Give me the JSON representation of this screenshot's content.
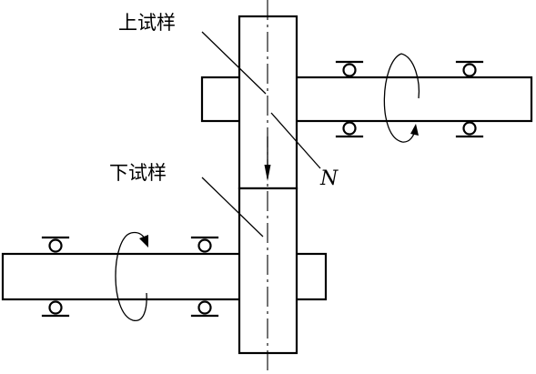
{
  "labels": {
    "upper_specimen": "上试样",
    "lower_specimen": "下试样",
    "normal_force": "N"
  },
  "colors": {
    "line": "#000000",
    "background": "#ffffff"
  },
  "icons": [
    "bearing-icon",
    "rotation-arrow-icon",
    "force-arrow-icon"
  ]
}
